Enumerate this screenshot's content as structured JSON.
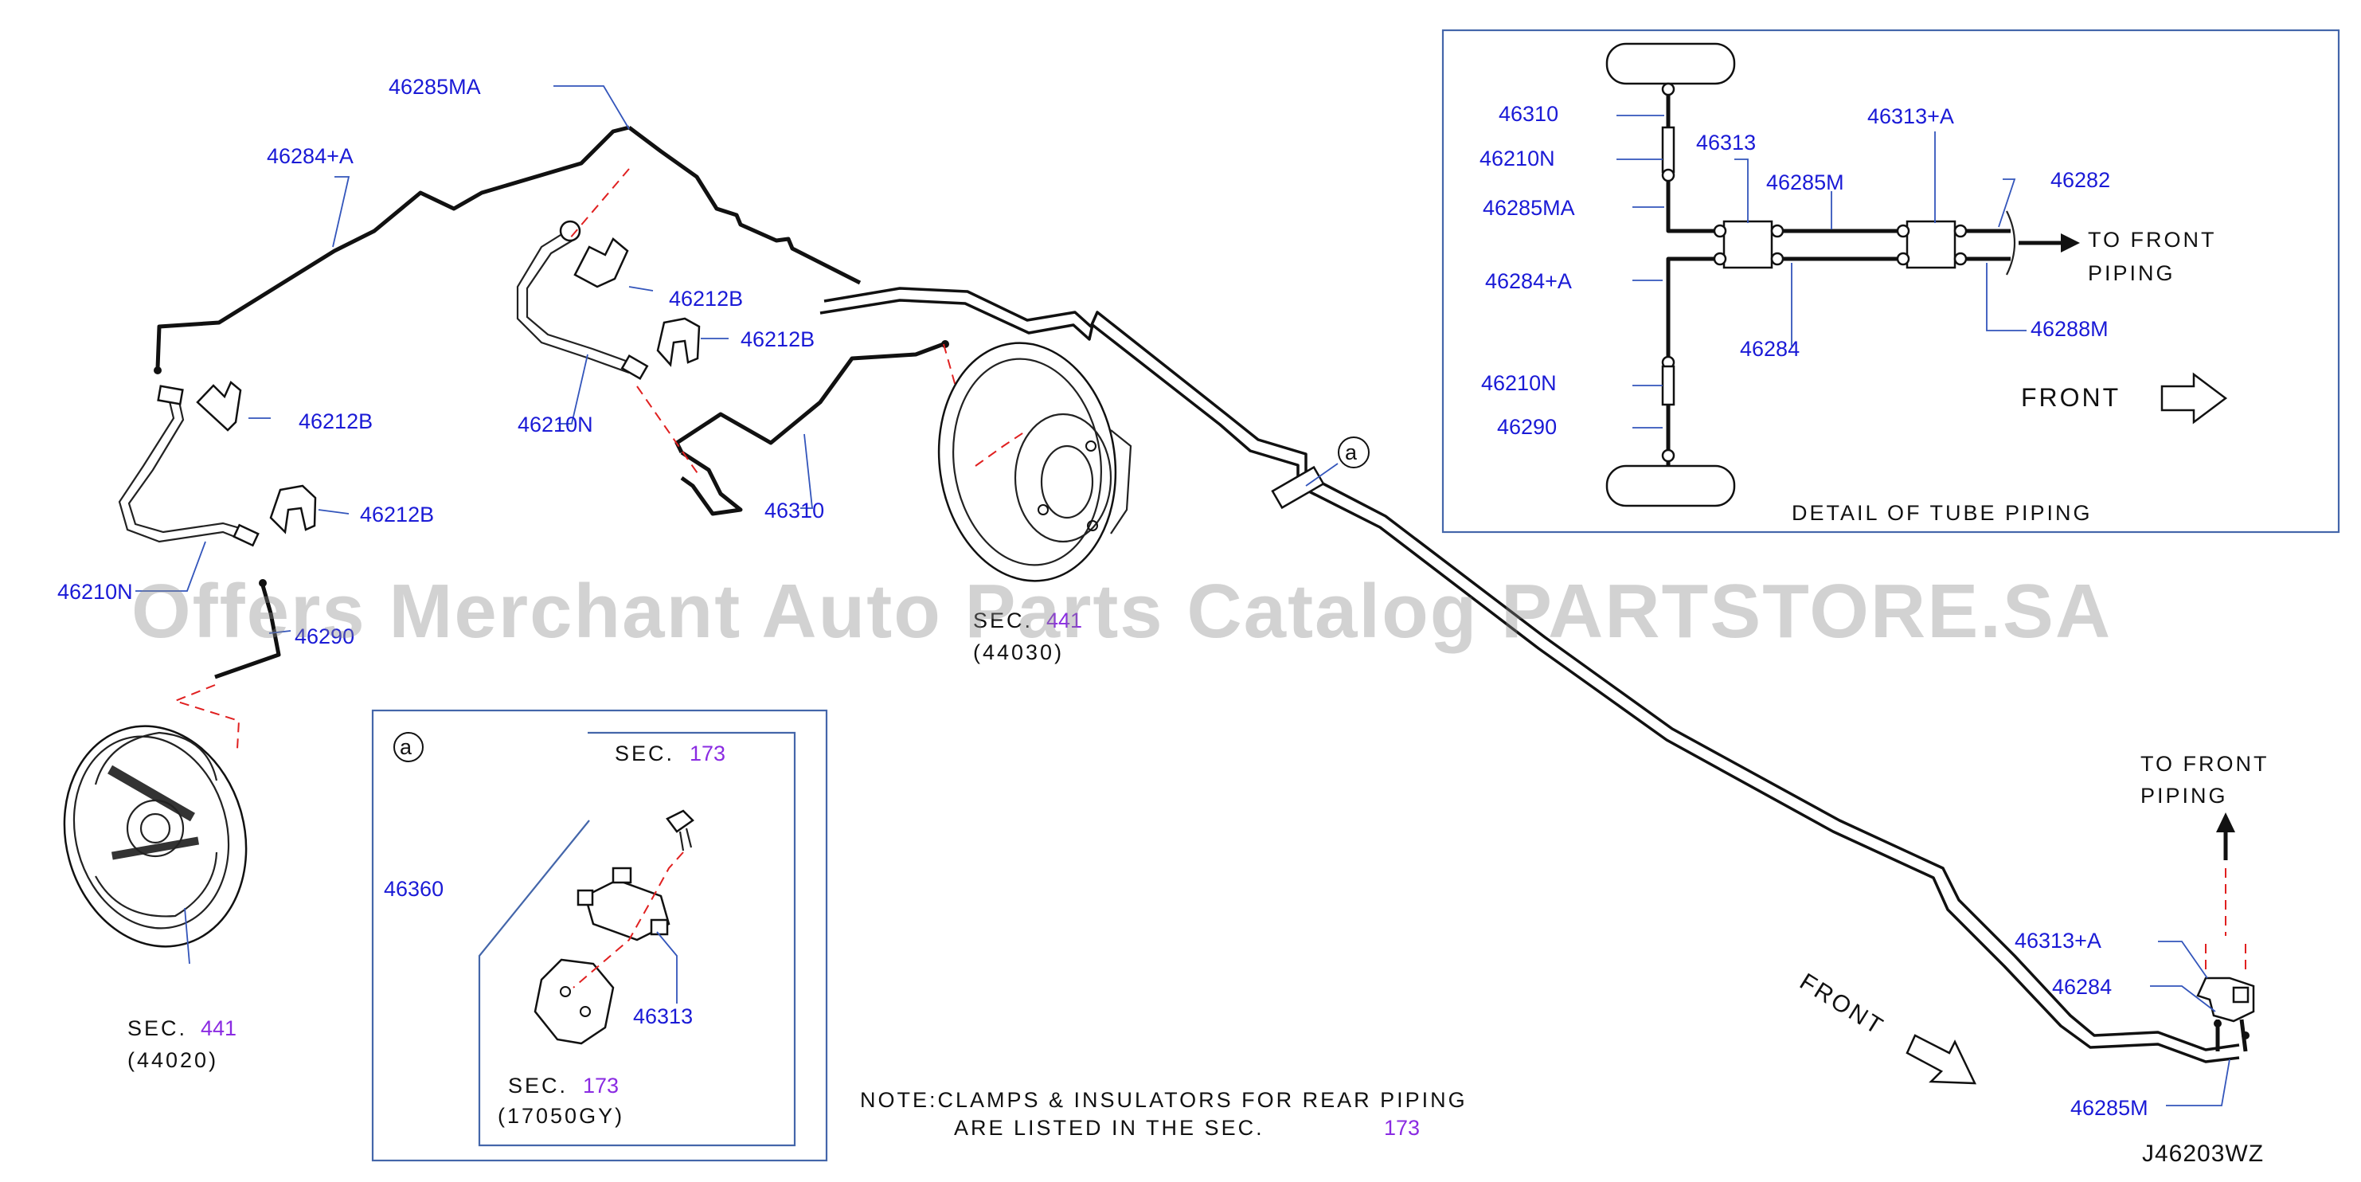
{
  "labels": {
    "l_46285MA": "46285MA",
    "l_46284A": "46284+A",
    "l_46212B_1": "46212B",
    "l_46212B_2": "46212B",
    "l_46212B_3": "46212B",
    "l_46212B_4": "46212B",
    "l_46210N_1": "46210N",
    "l_46210N_2": "46210N",
    "l_46290": "46290",
    "l_46310": "46310",
    "l_46360": "46360",
    "l_46313": "46313",
    "l_46313A": "46313+A",
    "l_46284": "46284",
    "l_46285M": "46285M"
  },
  "detail": {
    "title": "DETAIL OF TUBE PIPING",
    "front": "FRONT",
    "to_front_1": "TO FRONT",
    "to_front_2": "PIPING",
    "l_46310": "46310",
    "l_46210N_a": "46210N",
    "l_46285MA": "46285MA",
    "l_46284A": "46284+A",
    "l_46210N_b": "46210N",
    "l_46290": "46290",
    "l_46313": "46313",
    "l_46285M": "46285M",
    "l_46313A": "46313+A",
    "l_46282": "46282",
    "l_46288M": "46288M",
    "l_46284": "46284"
  },
  "inset": {
    "marker": "a",
    "sec_top": "SEC.",
    "sec_top_num": "173",
    "sec_bot": "SEC.",
    "sec_bot_num": "173",
    "sec_bot_code": "(17050GY)"
  },
  "sections": {
    "sec_441_left": "SEC.",
    "sec_441_left_num": "441",
    "sec_441_left_code": "(44020)",
    "sec_441_mid": "SEC.",
    "sec_441_mid_num": "441",
    "sec_441_mid_code": "(44030)",
    "marker_a": "a"
  },
  "right": {
    "to_front_1": "TO FRONT",
    "to_front_2": "PIPING",
    "front": "FRONT"
  },
  "note": {
    "line1": "NOTE:CLAMPS & INSULATORS FOR REAR PIPING",
    "line2": "ARE LISTED IN THE SEC.",
    "num": "173"
  },
  "diagram_id": "J46203WZ",
  "watermark": "Offers Merchant Auto Parts Catalog PARTSTORE.SA",
  "colors": {
    "part_number": "#1a1ad6",
    "section_ref": "#8a2be2",
    "guide_line": "#e02020"
  }
}
